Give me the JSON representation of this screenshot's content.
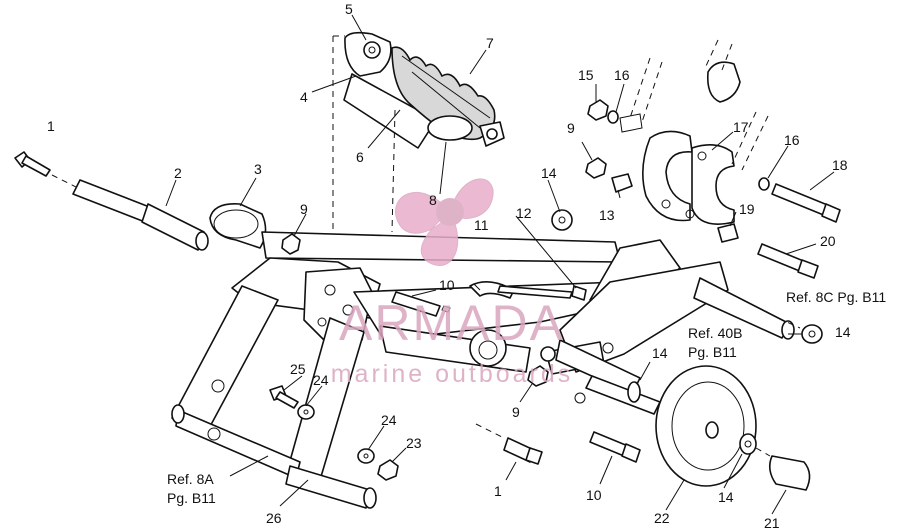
{
  "callouts": {
    "c1_top": "1",
    "c1_bottom": "1",
    "c2": "2",
    "c3": "3",
    "c4": "4",
    "c5": "5",
    "c6": "6",
    "c7": "7",
    "c8": "8",
    "c9_left": "9",
    "c9_right": "9",
    "c9_mid": "9",
    "c10_top": "10",
    "c10_bottom": "10",
    "c11": "11",
    "c12": "12",
    "c13": "13",
    "c14_a": "14",
    "c14_b": "14",
    "c14_c": "14",
    "c14_d": "14",
    "c15": "15",
    "c16_a": "16",
    "c16_b": "16",
    "c17": "17",
    "c18": "18",
    "c19": "19",
    "c20": "20",
    "c21": "21",
    "c22": "22",
    "c23": "23",
    "c24_a": "24",
    "c24_b": "24",
    "c25": "25",
    "c26": "26"
  },
  "references": {
    "ref8c": "Ref. 8C Pg. B11",
    "ref40b_line1": "Ref. 40B",
    "ref40b_line2": "Pg. B11",
    "ref8a_line1": "Ref. 8A",
    "ref8a_line2": "Pg. B11"
  },
  "watermark": {
    "brand": "ARMADA",
    "tagline": "marine outboards",
    "color": "#d9a6bf",
    "accent": "#e8aecb"
  }
}
